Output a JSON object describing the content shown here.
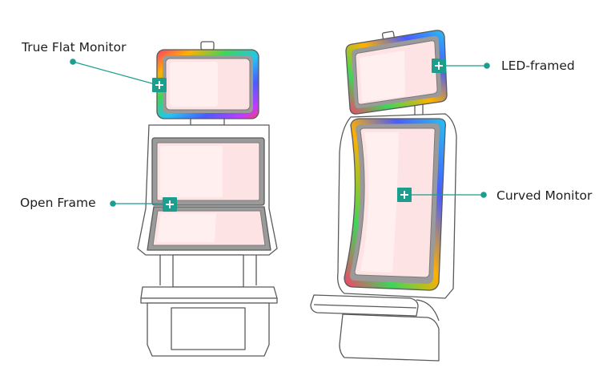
{
  "colors": {
    "accent": "#1b9e8e",
    "outline": "#5a5a5a",
    "screen_fill": "#fde3e3",
    "screen_glare": "#fff1f1",
    "bezel": "#9a9a9a"
  },
  "icons": {
    "hotspot": "plus-icon"
  },
  "callouts": [
    {
      "id": "true-flat-monitor",
      "label": "True Flat Monitor"
    },
    {
      "id": "open-frame",
      "label": "Open Frame"
    },
    {
      "id": "led-framed",
      "label": "LED-framed"
    },
    {
      "id": "curved-monitor",
      "label": "Curved Monitor"
    }
  ]
}
